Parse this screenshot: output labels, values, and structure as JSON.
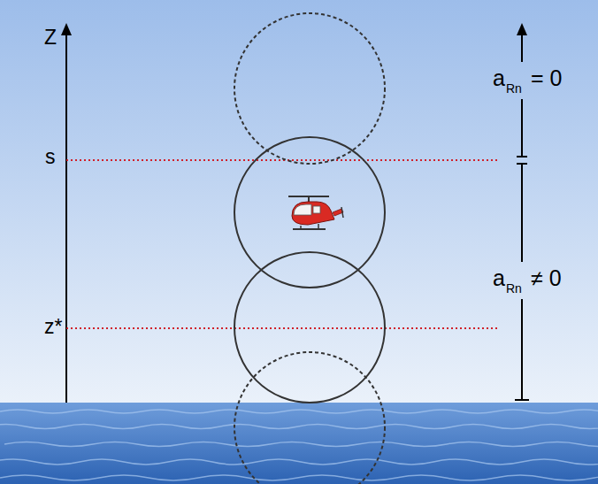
{
  "diagram": {
    "labels": [
      "Z",
      "s",
      "z*",
      "a",
      "Rn",
      "= 0",
      "a",
      "Rn",
      "≠ 0"
    ]
  }
}
